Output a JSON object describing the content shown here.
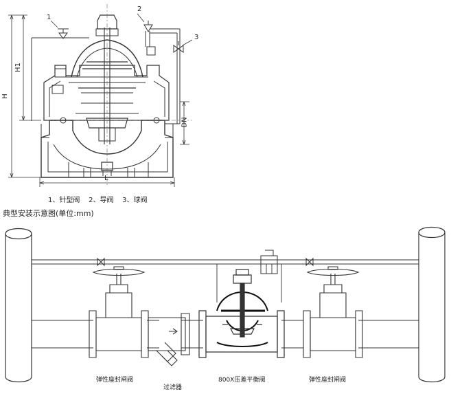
{
  "top": {
    "dims": {
      "h": "H",
      "h1": "H1",
      "dn": "DN",
      "l": "L"
    },
    "callouts": [
      "1",
      "2",
      "3"
    ],
    "legend": "1、针型阀    2、导阀    3、球阀"
  },
  "caption": "典型安装示意图(单位:mm)",
  "bottom": {
    "labels": {
      "gate_left": "弹性座封闸阀",
      "strainer": "过滤器",
      "main_valve": "800X压差平衡阀",
      "gate_right": "弹性座封闸阀"
    }
  }
}
